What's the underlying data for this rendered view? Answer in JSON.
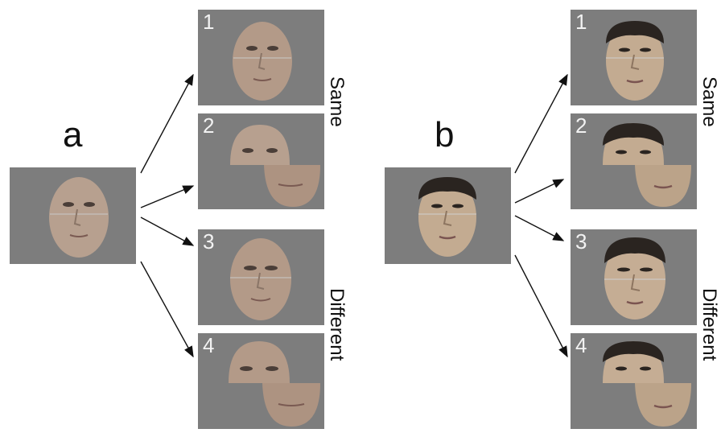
{
  "panels": {
    "a": {
      "letter": "a",
      "tiles": [
        "1",
        "2",
        "3",
        "4"
      ],
      "labels": {
        "same": "Same",
        "different": "Different"
      }
    },
    "b": {
      "letter": "b",
      "tiles": [
        "1",
        "2",
        "3",
        "4"
      ],
      "labels": {
        "same": "Same",
        "different": "Different"
      }
    }
  },
  "colors": {
    "tile_bg": "#7d7d7d",
    "number": "#f2f2f2",
    "skin_a": "#b7a08f",
    "skin_b": "#c3ab91"
  }
}
